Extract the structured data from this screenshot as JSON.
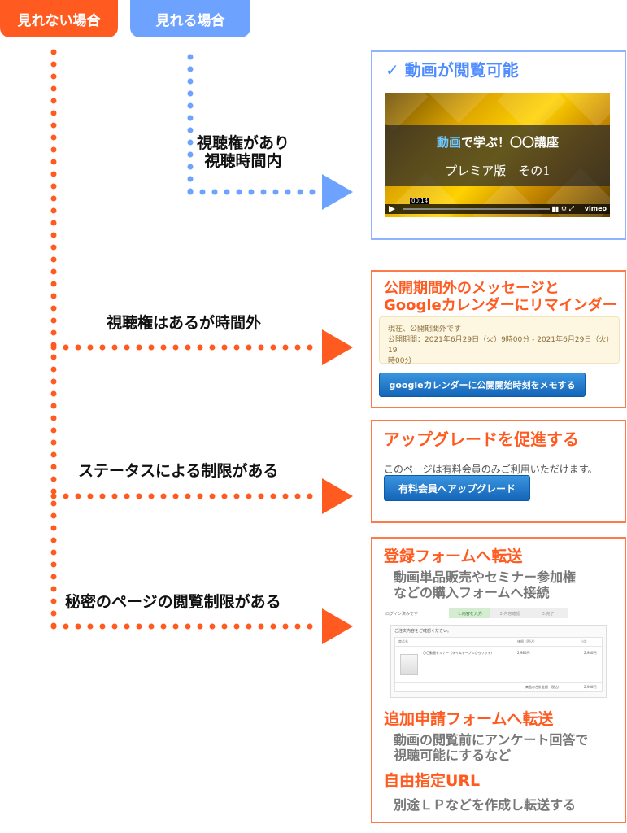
{
  "tabs": {
    "hidden": "見れない場合",
    "visible": "見れる場合"
  },
  "flow": {
    "label1": [
      "視聴権があり",
      "視聴時間内"
    ],
    "label2": "視聴権はあるが時間外",
    "label3": "ステータスによる制限がある",
    "label4": "秘密のページの閲覧制限がある"
  },
  "panel1": {
    "title": "✓ 動画が閲覧可能",
    "video_title_hl": "動画",
    "video_title_rest": "で学ぶ！〇〇講座",
    "video_subtitle": "プレミア版　その1",
    "video_time": "00:14",
    "video_logo": "vimeo"
  },
  "panel2": {
    "title": [
      "公開期間外のメッセージと",
      "Googleカレンダーにリマインダー"
    ],
    "notice": [
      "現在、公開期間外です",
      "公開期間：2021年6月29日（火）9時00分 - 2021年6月29日（火）19",
      "時00分"
    ],
    "button": "googleカレンダーに公開開始時刻をメモする"
  },
  "panel3": {
    "title": "アップグレードを促進する",
    "text": "このページは有料会員のみご利用いただけます。",
    "button": "有料会員へアップグレード"
  },
  "panel4": {
    "title1": "登録フォームへ転送",
    "sub1": [
      "動画単品販売やセミナー参加権",
      "などの購入フォームへ接続"
    ],
    "form": {
      "note": "ログイン済みです",
      "steps": [
        "1.内容を入力",
        "2.内容確認",
        "3.完了"
      ],
      "heading": "ご注文内容をご確認ください。",
      "cols": [
        "商品名",
        "価格（税込）",
        "小計"
      ],
      "item": "〇〇動画セミナー（タイムテーブルからワッチ）",
      "price": "2,980円",
      "subtotal": "2,980円",
      "total_label": "商品の合計金額（税込）",
      "total": "2,980円"
    },
    "title2": "追加申請フォームへ転送",
    "sub2": [
      "動画の閲覧前にアンケート回答で",
      "視聴可能にするなど"
    ],
    "title3": "自由指定URL",
    "sub3": "別途ＬＰなどを作成し転送する"
  },
  "colors": {
    "orange": "#ff5a1f",
    "blue": "#6ea2ff",
    "title_blue": "#4f8cff",
    "button_blue": "#1a6fc4"
  }
}
